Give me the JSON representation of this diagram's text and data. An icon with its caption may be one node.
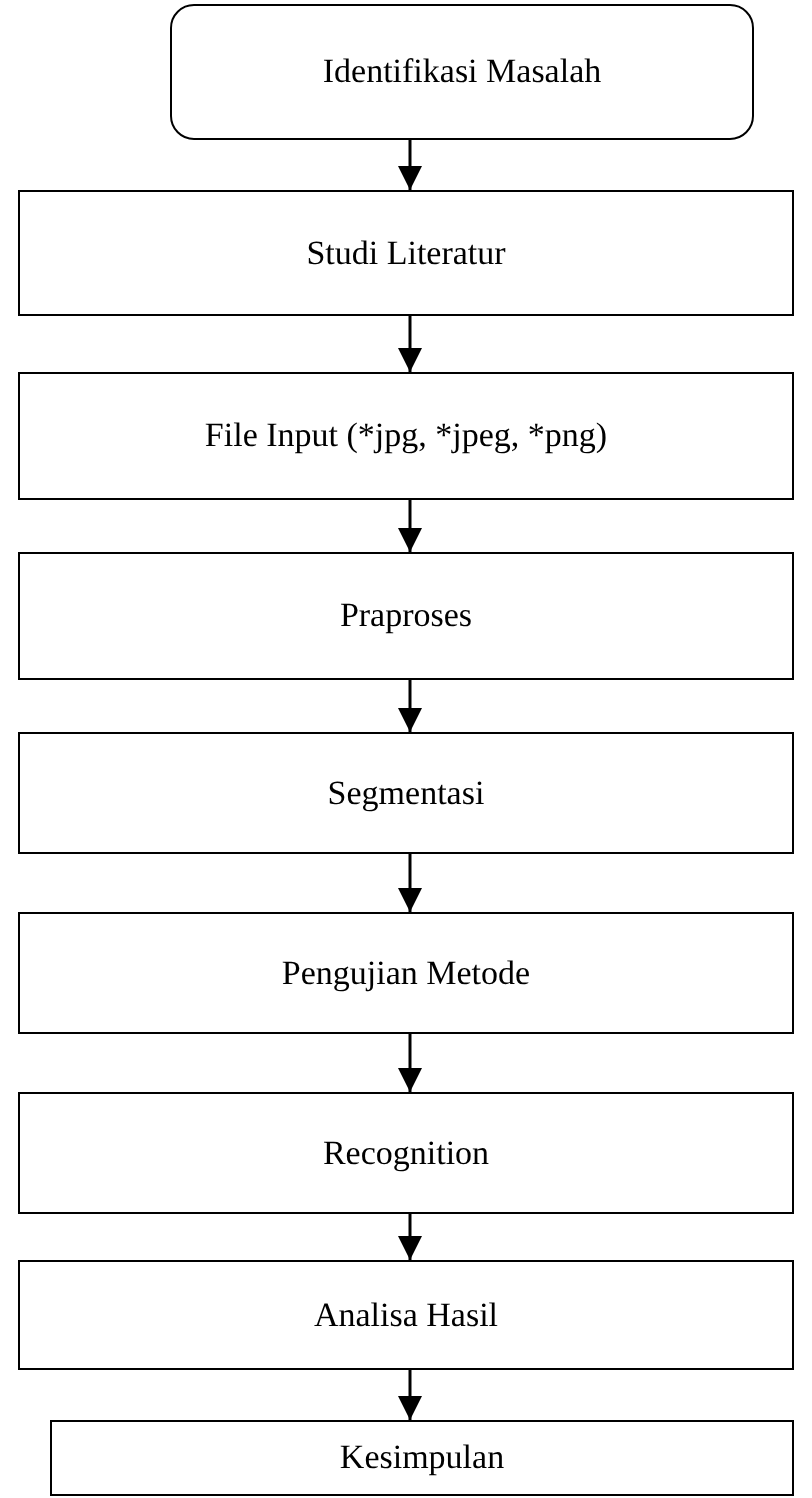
{
  "diagram": {
    "nodes": [
      {
        "text": [
          "Identifikasi Masalah"
        ]
      },
      {
        "text": [
          "Studi Literatur"
        ]
      },
      {
        "text": [
          "File Input (*jpg, *jpeg, *png)"
        ]
      },
      {
        "text": [
          "Praproses"
        ]
      },
      {
        "text": [
          "Segmentasi"
        ]
      },
      {
        "text": [
          "Pengujian Metode"
        ]
      },
      {
        "text": [
          "Recognition"
        ]
      },
      {
        "text": [
          "Analisa Hasil"
        ]
      },
      {
        "text": [
          "Kesimpulan"
        ]
      }
    ],
    "edges": [
      {
        "from": 0,
        "to": 1,
        "arrow": "to"
      },
      {
        "from": 1,
        "to": 2,
        "arrow": "to"
      },
      {
        "from": 2,
        "to": 3,
        "arrow": "to"
      },
      {
        "from": 3,
        "to": 4,
        "arrow": "to"
      },
      {
        "from": 4,
        "to": 5,
        "arrow": "to"
      },
      {
        "from": 5,
        "to": 6,
        "arrow": "to"
      },
      {
        "from": 6,
        "to": 7,
        "arrow": "to"
      },
      {
        "from": 7,
        "to": 8,
        "arrow": "to"
      }
    ]
  }
}
